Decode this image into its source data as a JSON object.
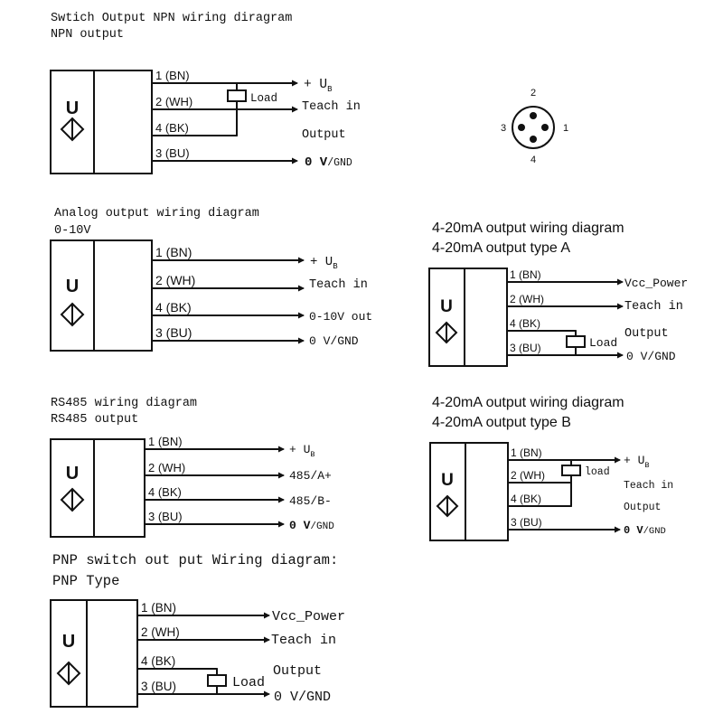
{
  "wire_labels": {
    "bn": "1 (BN)",
    "wh": "2 (WH)",
    "bk": "4 (BK)",
    "bu": "3 (BU)"
  },
  "sensor": {
    "letter": "U"
  },
  "connector": {
    "pins": [
      "2",
      "3",
      "1",
      "4"
    ]
  },
  "npn": {
    "title": "Swtich Output NPN wiring diragram",
    "subtitle": "NPN output",
    "load": "Load",
    "ub_main": "+ U",
    "ub_sub": "B",
    "teach": "Teach in",
    "output": "Output",
    "gnd_0v": "0 V",
    "gnd_suffix": "/GND"
  },
  "analog": {
    "title": "Analog output wiring diagram",
    "subtitle": "0-10V",
    "ub_main": "+ U",
    "ub_sub": "B",
    "teach": "Teach in",
    "output": "0-10V out",
    "gnd": "0 V/GND"
  },
  "ma_a": {
    "title": "4-20mA output wiring diagram",
    "subtitle": "4-20mA output type A",
    "vcc": "Vcc_Power",
    "teach": "Teach in",
    "output": "Output",
    "load": "Load",
    "gnd": "0 V/GND"
  },
  "rs485": {
    "title": "RS485 wiring diagram",
    "subtitle": "RS485 output",
    "ub_main": "+ U",
    "ub_sub": "B",
    "a": "485/A+",
    "b": "485/B-",
    "gnd_0v": "0 V",
    "gnd_suffix": "/GND"
  },
  "ma_b": {
    "title": "4-20mA output wiring diagram",
    "subtitle": "4-20mA output type B",
    "load": "load",
    "ub_main": "+ U",
    "ub_sub": "B",
    "teach": "Teach in",
    "output": "Output",
    "gnd_0v": "0 V",
    "gnd_suffix": "/GND"
  },
  "pnp": {
    "title": "PNP switch out put Wiring diagram:",
    "subtitle": "PNP Type",
    "vcc": "Vcc_Power",
    "teach": "Teach in",
    "output": "Output",
    "load": "Load",
    "gnd": "0 V/GND"
  }
}
